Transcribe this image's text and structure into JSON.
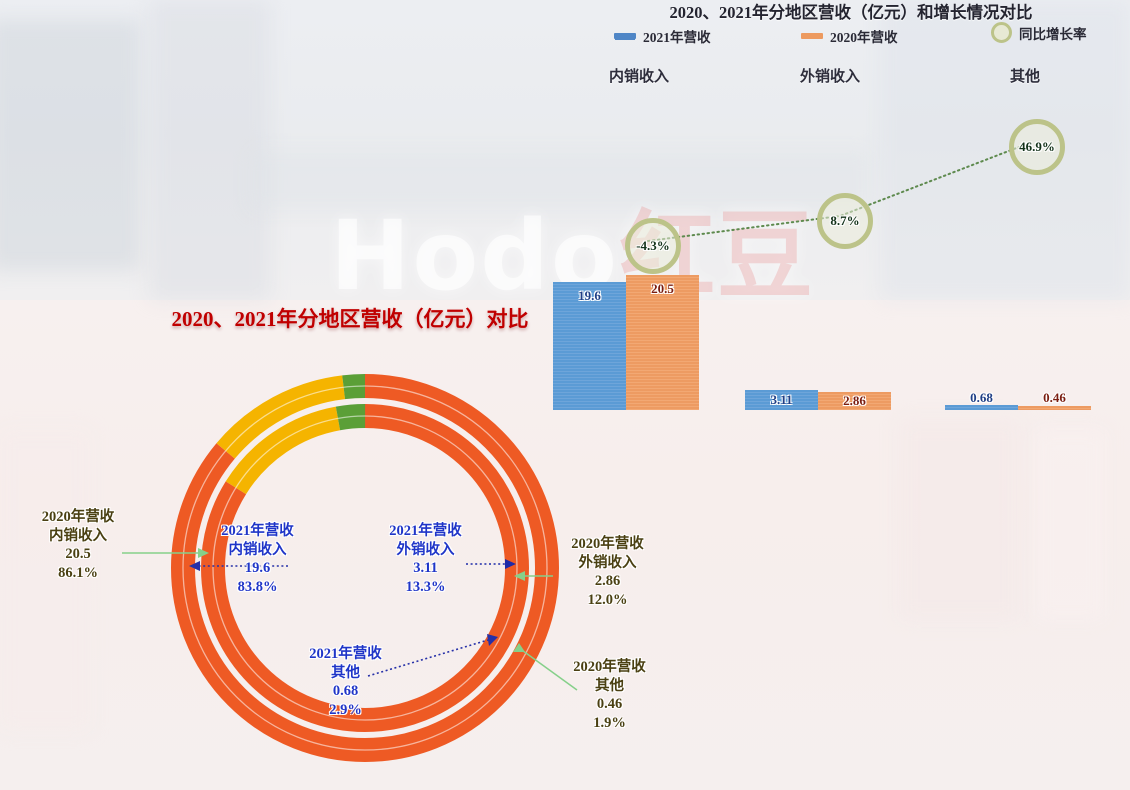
{
  "combo": {
    "title": "2020、2021年分地区营收（亿元）和增长情况对比",
    "legend": [
      {
        "label": "2021年营收",
        "marker": "bar-blue",
        "color": "#5B9BD5"
      },
      {
        "label": "2020年营收",
        "marker": "bar-orange",
        "color": "#ED9B62"
      },
      {
        "label": "同比增长率",
        "marker": "ring-olive",
        "color": "#BCC389"
      }
    ]
  },
  "donut": {
    "title": "2020、2021年分地区营收（亿元）对比"
  },
  "annotations": [
    {
      "id": "a2020-domestic",
      "year": "2020年营收",
      "cat": "内销收入",
      "value": "20.5",
      "pct": "86.1%",
      "style": "olive"
    },
    {
      "id": "a2021-domestic",
      "year": "2021年营收",
      "cat": "内销收入",
      "value": "19.6",
      "pct": "83.8%",
      "style": "blue"
    },
    {
      "id": "a2021-export",
      "year": "2021年营收",
      "cat": "外销收入",
      "value": "3.11",
      "pct": "13.3%",
      "style": "blue"
    },
    {
      "id": "a2020-export",
      "year": "2020年营收",
      "cat": "外销收入",
      "value": "2.86",
      "pct": "12.0%",
      "style": "olive"
    },
    {
      "id": "a2021-other",
      "year": "2021年营收",
      "cat": "其他",
      "value": "0.68",
      "pct": "2.9%",
      "style": "blue"
    },
    {
      "id": "a2020-other",
      "year": "2020年营收",
      "cat": "其他",
      "value": "0.46",
      "pct": "1.9%",
      "style": "olive"
    }
  ],
  "watermark": {
    "white": "Hodo",
    "red": "红豆"
  },
  "chart_data": [
    {
      "type": "bar",
      "title": "2020、2021年分地区营收（亿元）和增长情况对比",
      "categories": [
        "内销收入",
        "外销收入",
        "其他"
      ],
      "series": [
        {
          "name": "2021年营收",
          "values": [
            19.6,
            3.11,
            0.68
          ],
          "color": "#5B9BD5"
        },
        {
          "name": "2020年营收",
          "values": [
            20.5,
            2.86,
            0.46
          ],
          "color": "#ED9B62"
        },
        {
          "name": "同比增长率",
          "values": [
            -4.3,
            8.7,
            46.9
          ],
          "color": "#BCC389",
          "unit": "%",
          "type": "line"
        }
      ],
      "value_labels": [
        "19.6",
        "20.5",
        "3.11",
        "2.86",
        "0.68",
        "0.46"
      ],
      "growth_labels": [
        "-4.3%",
        "8.7%",
        "46.9%"
      ],
      "ylabel": "亿元",
      "xlabel": "",
      "grid": false,
      "legend_position": "top"
    },
    {
      "type": "pie",
      "subtype": "double-donut",
      "title": "2020、2021年分地区营收（亿元）对比",
      "rings": [
        {
          "name": "2021年营收",
          "position": "inner",
          "labels": [
            "内销收入",
            "外销收入",
            "其他"
          ],
          "values": [
            19.6,
            3.11,
            0.68
          ],
          "percents": [
            83.8,
            13.3,
            2.9
          ],
          "colors": [
            "#EE5A24",
            "#F5B400",
            "#5B9F37"
          ]
        },
        {
          "name": "2020年营收",
          "position": "outer",
          "labels": [
            "内销收入",
            "外销收入",
            "其他"
          ],
          "values": [
            20.5,
            2.86,
            0.46
          ],
          "percents": [
            86.1,
            12.0,
            1.9
          ],
          "colors": [
            "#EE5A24",
            "#F5B400",
            "#5B9F37"
          ]
        }
      ]
    }
  ]
}
